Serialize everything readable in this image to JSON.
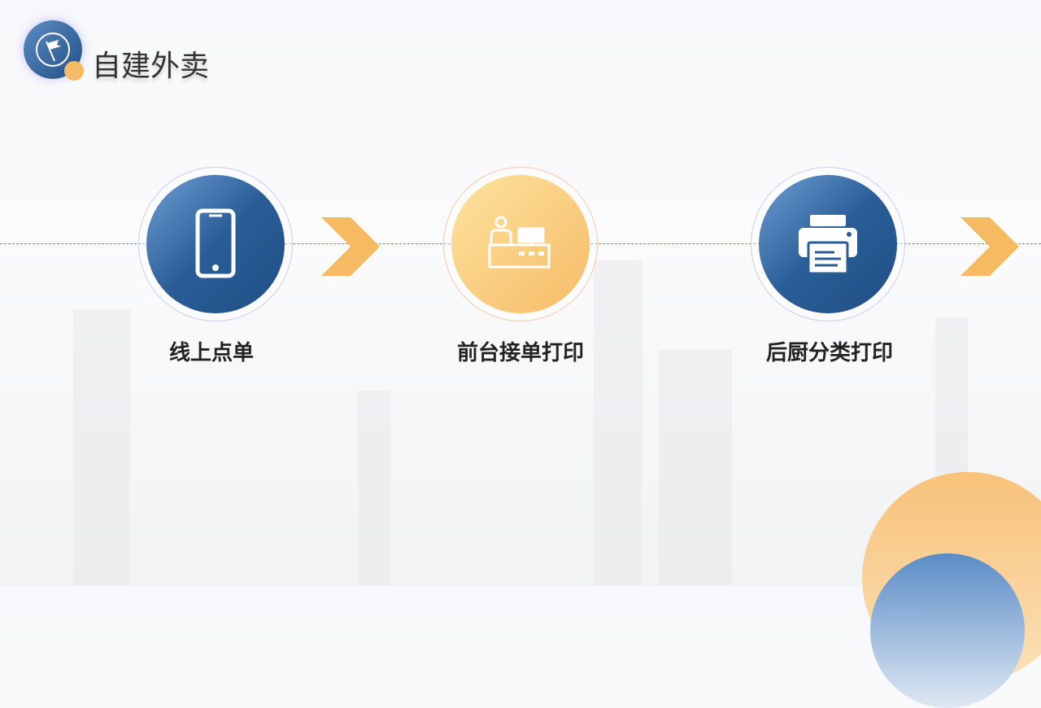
{
  "header": {
    "title": "自建外卖"
  },
  "steps": [
    {
      "label": "线上点单",
      "icon": "phone-icon"
    },
    {
      "label": "前台接单打印",
      "icon": "reception-desk-icon"
    },
    {
      "label": "后厨分类打印",
      "icon": "printer-icon"
    }
  ],
  "colors": {
    "blue": "#2a5d97",
    "orange": "#f6bb68"
  }
}
